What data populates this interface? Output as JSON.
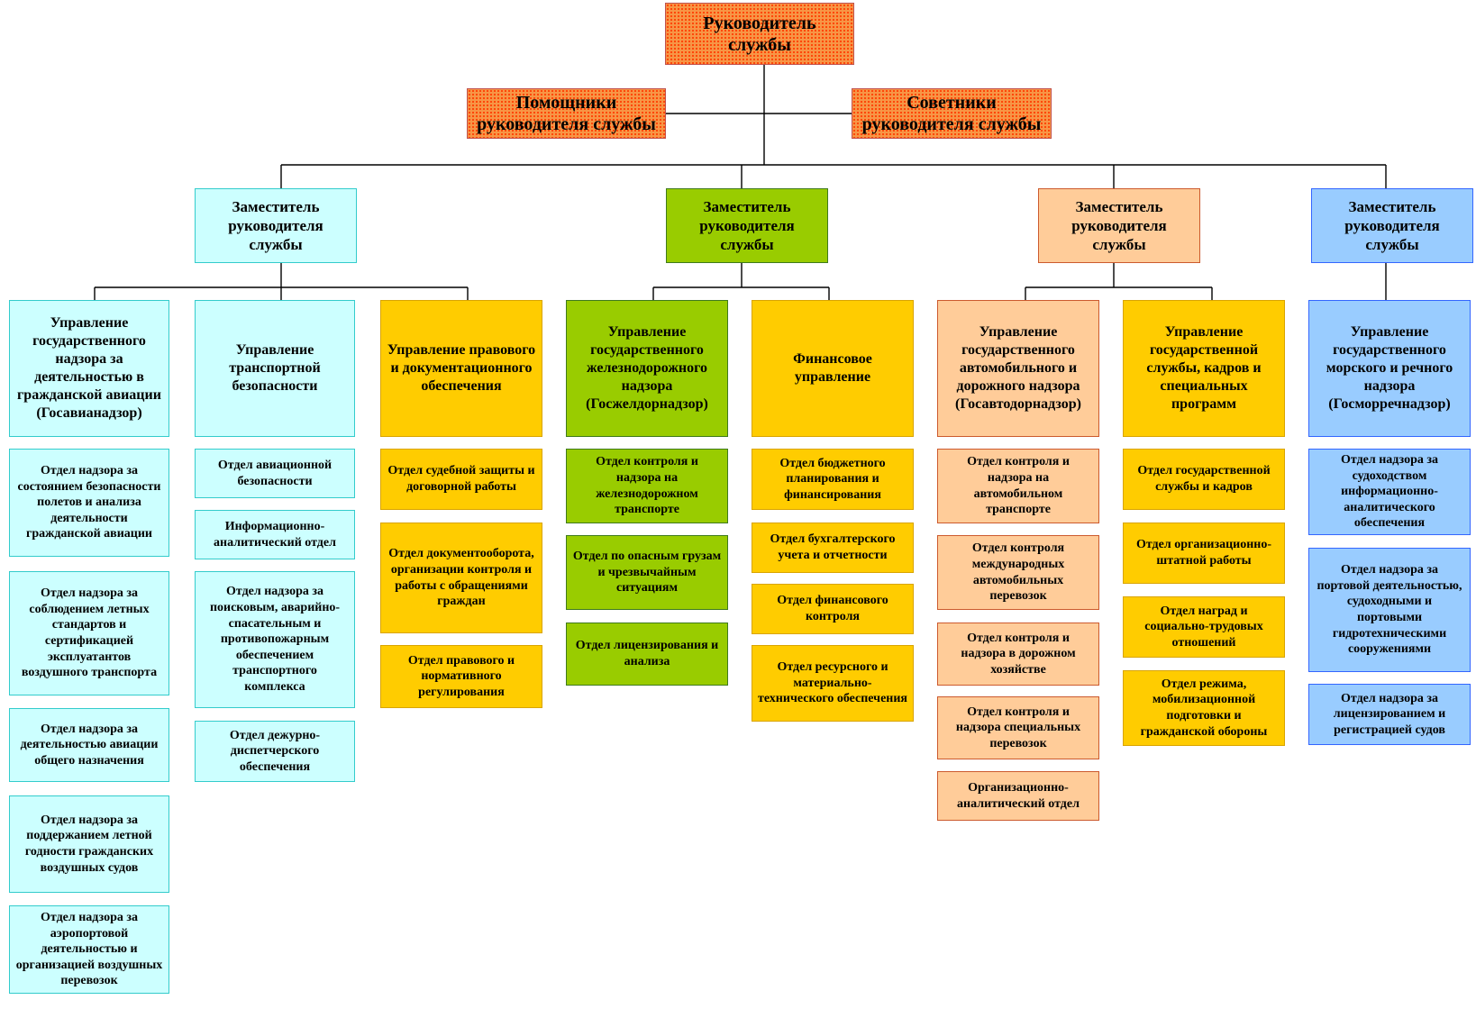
{
  "top": {
    "head": "Руководитель службы",
    "assistants": "Помощники руководителя службы",
    "advisors": "Советники руководителя службы"
  },
  "colors": {
    "cyan": "#ccffff",
    "yellow": "#ffcc00",
    "green": "#99cc00",
    "peach": "#ffcc99",
    "blue": "#99ccff",
    "top": "#f79646"
  },
  "deputies": [
    "Заместитель руководителя службы",
    "Заместитель руководителя службы",
    "Заместитель руководителя службы",
    "Заместитель руководителя службы"
  ],
  "directorates": [
    {
      "title": "Управление государственного надзора за деятельностью в гражданской авиации (Госавианадзор)",
      "departments": [
        "Отдел надзора за состоянием безопасности полетов и анализа деятельности гражданской авиации",
        "Отдел надзора за соблюдением летных стандартов и сертификацией эксплуатантов воздушного транспорта",
        "Отдел надзора за деятельностью авиации общего назначения",
        "Отдел надзора за поддержанием летной годности гражданских воздушных судов",
        "Отдел надзора за аэропортовой деятельностью и организацией воздушных перевозок"
      ]
    },
    {
      "title": "Управление транспортной безопасности",
      "departments": [
        "Отдел авиационной безопасности",
        "Информационно-аналитический отдел",
        "Отдел надзора за поисковым, аварийно-спасательным и противопожарным обеспечением транспортного комплекса",
        "Отдел дежурно-диспетчерского обеспечения"
      ]
    },
    {
      "title": "Управление правового и документационного обеспечения",
      "departments": [
        "Отдел судебной защиты и договорной работы",
        "Отдел документооборота, организации контроля и работы с обращениями граждан",
        "Отдел правового и нормативного регулирования"
      ]
    },
    {
      "title": "Управление государственного железнодорожного надзора (Госжелдорнадзор)",
      "departments": [
        "Отдел контроля и надзора на железнодорожном транспорте",
        "Отдел по опасным грузам и чрезвычайным ситуациям",
        "Отдел лицензирования и анализа"
      ]
    },
    {
      "title": "Финансовое управление",
      "departments": [
        "Отдел бюджетного планирования и финансирования",
        "Отдел бухгалтерского учета и отчетности",
        "Отдел финансового контроля",
        "Отдел ресурсного и материально-технического обеспечения"
      ]
    },
    {
      "title": "Управление государственного автомобильного и дорожного надзора (Госавтодорнадзор)",
      "departments": [
        "Отдел контроля и надзора на автомобильном транспорте",
        "Отдел контроля международных автомобильных перевозок",
        "Отдел контроля и надзора в дорожном хозяйстве",
        "Отдел контроля и надзора специальных перевозок",
        "Организационно-аналитический отдел"
      ]
    },
    {
      "title": "Управление государственной службы, кадров и специальных программ",
      "departments": [
        "Отдел государственной службы и кадров",
        "Отдел организационно-штатной работы",
        "Отдел наград и социально-трудовых отношений",
        "Отдел режима, мобилизационной подготовки и гражданской обороны"
      ]
    },
    {
      "title": "Управление государственного морского и речного надзора (Госморречнадзор)",
      "departments": [
        "Отдел надзора за судоходством информационно-аналитического обеспечения",
        "Отдел надзора за портовой деятельностью, судоходными и портовыми гидротехническими сооружениями",
        "Отдел надзора за лицензированием и регистрацией судов"
      ]
    }
  ]
}
